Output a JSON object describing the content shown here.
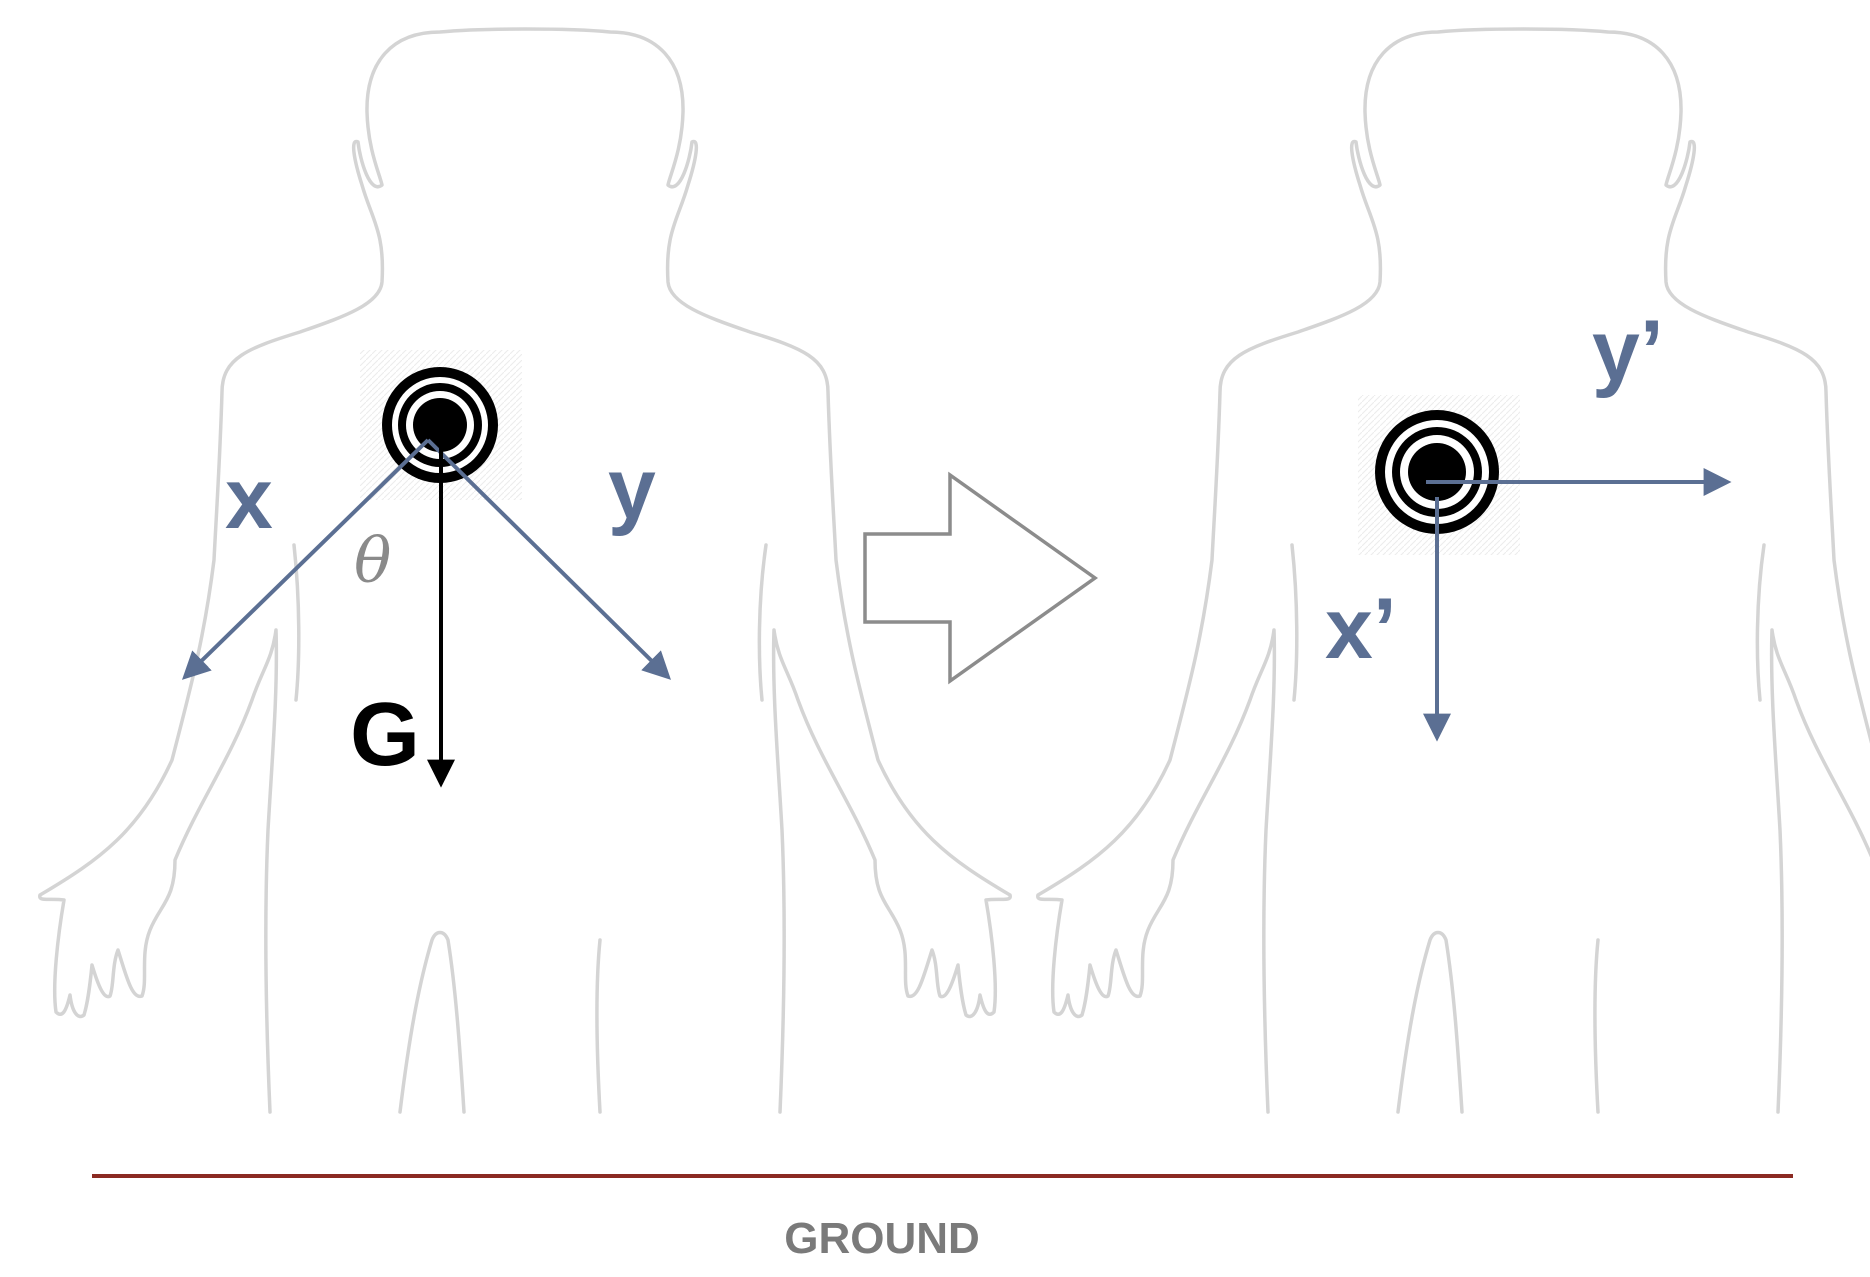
{
  "colors": {
    "axis": "#5b6f93",
    "gravity": "#000000",
    "theta": "#8a8a8a",
    "ground_line": "#8b2a22",
    "ground_text": "#7a7a7a",
    "body_outline": "#d4d4d4",
    "transition_arrow": "#8c8c8c"
  },
  "left_panel": {
    "label_x": "x",
    "label_y": "y",
    "label_theta": "θ",
    "label_gravity": "G"
  },
  "right_panel": {
    "label_x_prime": "x’",
    "label_y_prime": "y’"
  },
  "ground": {
    "label": "GROUND"
  },
  "icons": {
    "sensor": "sensor-target-icon",
    "transition": "transition-arrow-icon"
  }
}
